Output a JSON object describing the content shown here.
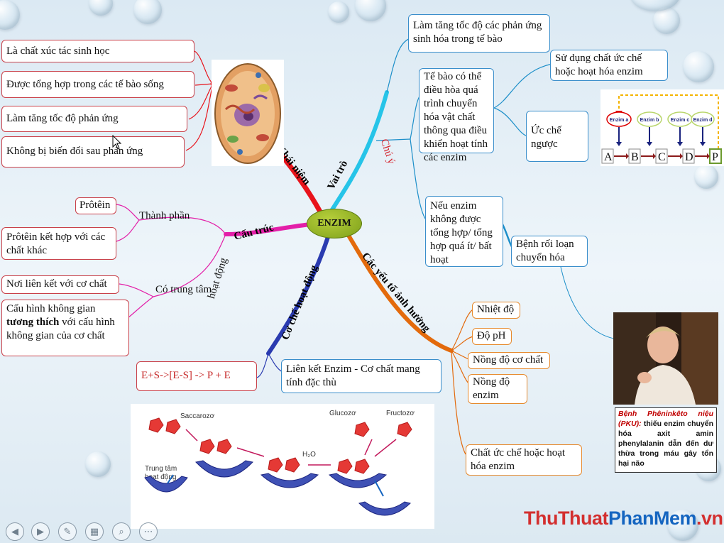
{
  "center": "ENZIM",
  "branches": {
    "khai_niem": "Khái niệm",
    "vai_tro": "Vai trò",
    "cau_truc": "Cấu trúc",
    "co_che": "Cơ chế hoạt động",
    "yeu_to": "Các yếu tố ảnh hưởng",
    "chu_y": "Chú ý"
  },
  "khai_niem_items": [
    "Là chất xúc tác sinh học",
    "Được tổng hợp trong các tế bào sống",
    "Làm tăng tốc độ phản ứng",
    "Không bị biến đổi sau phản ứng"
  ],
  "vai_tro_text": "Làm tăng tốc độ các phản ứng sinh hóa trong tế bào",
  "chu_y": {
    "dieu_hoa": "Tế bào có thể điều hòa quá trình chuyển hóa vật chất thông qua điều khiển hoạt tính các enzim",
    "uc_che_chat": "Sử dụng chất ức chế hoặc hoạt hóa enzim",
    "uc_che_nguoc": "Ức chế ngược",
    "benh_cause": "Nếu enzim không được tổng hợp/ tổng hợp quá ít/ bất hoạt",
    "benh": "Bệnh rối loạn chuyển hóa"
  },
  "cau_truc": {
    "thanh_phan": "Thành phần",
    "protein": "Prôtêin",
    "protein_ket_hop": "Prôtêin kết hợp với các chất khác",
    "trung_tam_a": "Có trung tâm",
    "trung_tam_b": "hoạt động",
    "noi_lien_ket": "Nơi liên kết với cơ chất",
    "cau_hinh_1": "Cấu hình không gian",
    "cau_hinh_bold": "tương thích",
    "cau_hinh_2": "với cấu hình không gian của cơ chất"
  },
  "co_che": {
    "equation": "E+S->[E-S] -> P + E",
    "lien_ket": "Liên kết Enzim - Cơ chất mang tính đặc thù"
  },
  "yeu_to_items": [
    "Nhiệt độ",
    "Độ pH",
    "Nồng độ cơ chất",
    "Nồng độ enzim",
    "Chất ức chế hoặc hoạt hóa enzim"
  ],
  "feedback": {
    "enzymes": [
      "Enzim a",
      "Enzim b",
      "Enzim c",
      "Enzim d"
    ],
    "substrates": [
      "A",
      "B",
      "C",
      "D",
      "P"
    ]
  },
  "reaction": {
    "saccarozo": "Saccarozơ",
    "glucozo": "Glucozơ",
    "fructozo": "Fructozơ",
    "h2o": "H₂O",
    "trung_tam": "Trung tâm",
    "hoat_dong": "hoạt động"
  },
  "pku": {
    "title": "Bệnh Phêninkêto niệu (PKU):",
    "text": "thiếu enzim chuyển hóa axit amin phenylalanin dẫn đến dư thừa trong máu gây tổn hại não"
  },
  "watermark": {
    "a": "ThuThuat",
    "b": "PhanMem",
    "c": ".vn"
  },
  "colors": {
    "khai_niem": "#e8131b",
    "vai_tro": "#26c4e8",
    "cau_truc": "#e31fa8",
    "co_che": "#2a3bb0",
    "yeu_to": "#e36a0c",
    "chu_y_line": "#1d8fc9",
    "watermark_a": "#d32f2f",
    "watermark_b": "#1565c0"
  }
}
